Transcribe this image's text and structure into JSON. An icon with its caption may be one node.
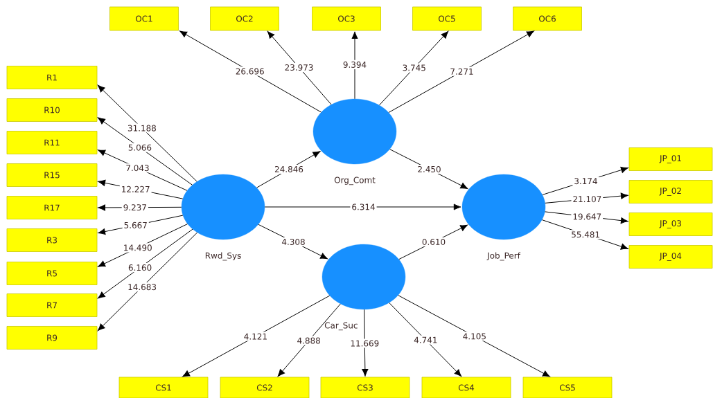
{
  "diagram": {
    "nodes": [
      {
        "text": [
          "OC1"
        ]
      },
      {
        "text": [
          "OC2"
        ]
      },
      {
        "text": [
          "OC3"
        ]
      },
      {
        "text": [
          "OC5"
        ]
      },
      {
        "text": [
          "OC6"
        ]
      },
      {
        "text": [
          "R1"
        ]
      },
      {
        "text": [
          "R10"
        ]
      },
      {
        "text": [
          "R11"
        ]
      },
      {
        "text": [
          "R15"
        ]
      },
      {
        "text": [
          "R17"
        ]
      },
      {
        "text": [
          "R3"
        ]
      },
      {
        "text": [
          "R5"
        ]
      },
      {
        "text": [
          "R7"
        ]
      },
      {
        "text": [
          "R9"
        ]
      },
      {
        "text": [
          "Org_Comt"
        ]
      },
      {
        "text": [
          "Rwd_Sys"
        ]
      },
      {
        "text": [
          "Job_Perf"
        ]
      },
      {
        "text": [
          "JP_01"
        ]
      },
      {
        "text": [
          "JP_02"
        ]
      },
      {
        "text": [
          "JP_03"
        ]
      },
      {
        "text": [
          "JP_04"
        ]
      },
      {
        "text": [
          "Car_Suc"
        ]
      },
      {
        "text": [
          "CS1"
        ]
      },
      {
        "text": [
          "CS2"
        ]
      },
      {
        "text": [
          "CS3"
        ]
      },
      {
        "text": [
          "CS4"
        ]
      },
      {
        "text": [
          "CS5"
        ]
      }
    ],
    "edges": [
      {
        "from": 15,
        "to": 14,
        "arrow": "to",
        "label": "24.846"
      },
      {
        "from": 14,
        "to": 16,
        "arrow": "to",
        "label": "2.450"
      },
      {
        "from": 15,
        "to": 16,
        "arrow": "to",
        "label": "6.314"
      },
      {
        "from": 15,
        "to": 21,
        "arrow": "to",
        "label": "4.308"
      },
      {
        "from": 21,
        "to": 16,
        "arrow": "to",
        "label": "0.610"
      },
      {
        "from": 14,
        "to": 0,
        "arrow": "to",
        "label": "26.696"
      },
      {
        "from": 14,
        "to": 1,
        "arrow": "to",
        "label": "23.973"
      },
      {
        "from": 14,
        "to": 2,
        "arrow": "to",
        "label": "9.394"
      },
      {
        "from": 14,
        "to": 3,
        "arrow": "to",
        "label": "3.745"
      },
      {
        "from": 14,
        "to": 4,
        "arrow": "to",
        "label": "7.271"
      },
      {
        "from": 15,
        "to": 5,
        "arrow": "to",
        "label": "31.188"
      },
      {
        "from": 15,
        "to": 6,
        "arrow": "to",
        "label": "5.066"
      },
      {
        "from": 15,
        "to": 7,
        "arrow": "to",
        "label": "7.043"
      },
      {
        "from": 15,
        "to": 8,
        "arrow": "to",
        "label": "12.227"
      },
      {
        "from": 15,
        "to": 9,
        "arrow": "to",
        "label": "9.237"
      },
      {
        "from": 15,
        "to": 10,
        "arrow": "to",
        "label": "5.667"
      },
      {
        "from": 15,
        "to": 11,
        "arrow": "to",
        "label": "14.490"
      },
      {
        "from": 15,
        "to": 12,
        "arrow": "to",
        "label": "6.160"
      },
      {
        "from": 15,
        "to": 13,
        "arrow": "to",
        "label": "14.683"
      },
      {
        "from": 16,
        "to": 17,
        "arrow": "to",
        "label": "3.174"
      },
      {
        "from": 16,
        "to": 18,
        "arrow": "to",
        "label": "21.107"
      },
      {
        "from": 16,
        "to": 19,
        "arrow": "to",
        "label": "19.647"
      },
      {
        "from": 16,
        "to": 20,
        "arrow": "to",
        "label": "55.481"
      },
      {
        "from": 21,
        "to": 22,
        "arrow": "to",
        "label": "4.121"
      },
      {
        "from": 21,
        "to": 23,
        "arrow": "to",
        "label": "4.888"
      },
      {
        "from": 21,
        "to": 24,
        "arrow": "to",
        "label": "11.669"
      },
      {
        "from": 21,
        "to": 25,
        "arrow": "to",
        "label": "4.741"
      },
      {
        "from": 21,
        "to": 26,
        "arrow": "to",
        "label": "4.105"
      }
    ]
  }
}
